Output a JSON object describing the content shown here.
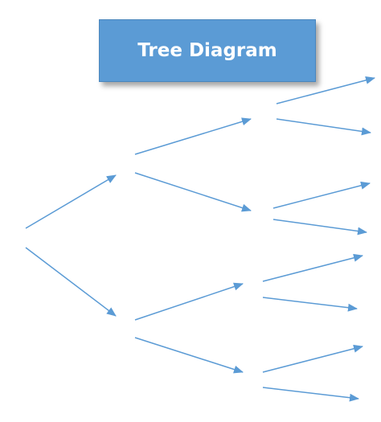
{
  "title": {
    "label": "Tree Diagram",
    "fill_color": "#5b9bd5",
    "text_color": "#ffffff"
  },
  "tree": {
    "arrow_color": "#5b9bd5",
    "levels": 3,
    "branching": 2,
    "leaf_count": 8
  }
}
